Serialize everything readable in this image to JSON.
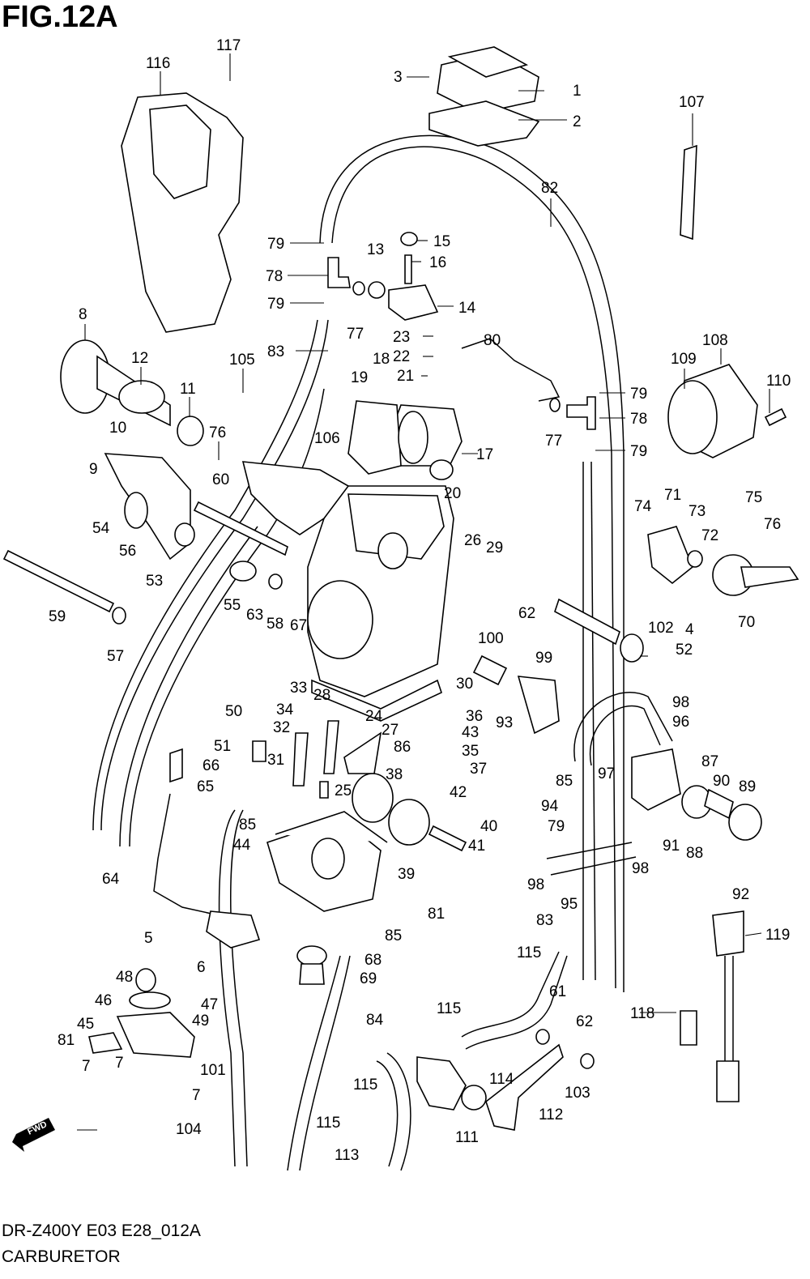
{
  "figure": {
    "title": "FIG.12A",
    "code": "DR-Z400Y E03 E28_012A",
    "name": "CARBURETOR",
    "fwd_label": "FWD"
  },
  "callouts": [
    {
      "id": "c117",
      "label": "117"
    },
    {
      "id": "c116",
      "label": "116"
    },
    {
      "id": "c3",
      "label": "3"
    },
    {
      "id": "c1",
      "label": "1"
    },
    {
      "id": "c2",
      "label": "2"
    },
    {
      "id": "c107",
      "label": "107"
    },
    {
      "id": "c82",
      "label": "82"
    },
    {
      "id": "c79a",
      "label": "79"
    },
    {
      "id": "c15",
      "label": "15"
    },
    {
      "id": "c16",
      "label": "16"
    },
    {
      "id": "c13",
      "label": "13"
    },
    {
      "id": "c78a",
      "label": "78"
    },
    {
      "id": "c14",
      "label": "14"
    },
    {
      "id": "c79b",
      "label": "79"
    },
    {
      "id": "c77a",
      "label": "77"
    },
    {
      "id": "c8",
      "label": "8"
    },
    {
      "id": "c23",
      "label": "23"
    },
    {
      "id": "c80",
      "label": "80"
    },
    {
      "id": "c83a",
      "label": "83"
    },
    {
      "id": "c22",
      "label": "22"
    },
    {
      "id": "c108",
      "label": "108"
    },
    {
      "id": "c12",
      "label": "12"
    },
    {
      "id": "c105",
      "label": "105"
    },
    {
      "id": "c18",
      "label": "18"
    },
    {
      "id": "c109",
      "label": "109"
    },
    {
      "id": "c21",
      "label": "21"
    },
    {
      "id": "c19",
      "label": "19"
    },
    {
      "id": "c79c",
      "label": "79"
    },
    {
      "id": "c110",
      "label": "110"
    },
    {
      "id": "c11",
      "label": "11"
    },
    {
      "id": "c78b",
      "label": "78"
    },
    {
      "id": "c76a",
      "label": "76"
    },
    {
      "id": "c10",
      "label": "10"
    },
    {
      "id": "c106",
      "label": "106"
    },
    {
      "id": "c77b",
      "label": "77"
    },
    {
      "id": "c17",
      "label": "17"
    },
    {
      "id": "c79d",
      "label": "79"
    },
    {
      "id": "c9",
      "label": "9"
    },
    {
      "id": "c20",
      "label": "20"
    },
    {
      "id": "c60",
      "label": "60"
    },
    {
      "id": "c75",
      "label": "75"
    },
    {
      "id": "c71",
      "label": "71"
    },
    {
      "id": "c74",
      "label": "74"
    },
    {
      "id": "c73",
      "label": "73"
    },
    {
      "id": "c76b",
      "label": "76"
    },
    {
      "id": "c54",
      "label": "54"
    },
    {
      "id": "c72",
      "label": "72"
    },
    {
      "id": "c26",
      "label": "26"
    },
    {
      "id": "c29",
      "label": "29"
    },
    {
      "id": "c56",
      "label": "56"
    },
    {
      "id": "c53",
      "label": "53"
    },
    {
      "id": "c70",
      "label": "70"
    },
    {
      "id": "c59",
      "label": "59"
    },
    {
      "id": "c55",
      "label": "55"
    },
    {
      "id": "c63",
      "label": "63"
    },
    {
      "id": "c58",
      "label": "58"
    },
    {
      "id": "c67",
      "label": "67"
    },
    {
      "id": "c102",
      "label": "102"
    },
    {
      "id": "c4",
      "label": "4"
    },
    {
      "id": "c62a",
      "label": "62"
    },
    {
      "id": "c100",
      "label": "100"
    },
    {
      "id": "c52",
      "label": "52"
    },
    {
      "id": "c57",
      "label": "57"
    },
    {
      "id": "c99",
      "label": "99"
    },
    {
      "id": "c30",
      "label": "30"
    },
    {
      "id": "c33",
      "label": "33"
    },
    {
      "id": "c28",
      "label": "28"
    },
    {
      "id": "c50",
      "label": "50"
    },
    {
      "id": "c34",
      "label": "34"
    },
    {
      "id": "c98a",
      "label": "98"
    },
    {
      "id": "c24",
      "label": "24"
    },
    {
      "id": "c36",
      "label": "36"
    },
    {
      "id": "c96",
      "label": "96"
    },
    {
      "id": "c32",
      "label": "32"
    },
    {
      "id": "c27",
      "label": "27"
    },
    {
      "id": "c93",
      "label": "93"
    },
    {
      "id": "c43",
      "label": "43"
    },
    {
      "id": "c86",
      "label": "86"
    },
    {
      "id": "c35",
      "label": "35"
    },
    {
      "id": "c51",
      "label": "51"
    },
    {
      "id": "c31",
      "label": "31"
    },
    {
      "id": "c87",
      "label": "87"
    },
    {
      "id": "c97",
      "label": "97"
    },
    {
      "id": "c66",
      "label": "66"
    },
    {
      "id": "c37",
      "label": "37"
    },
    {
      "id": "c38",
      "label": "38"
    },
    {
      "id": "c85a",
      "label": "85"
    },
    {
      "id": "c90",
      "label": "90"
    },
    {
      "id": "c89",
      "label": "89"
    },
    {
      "id": "c65",
      "label": "65"
    },
    {
      "id": "c25",
      "label": "25"
    },
    {
      "id": "c42",
      "label": "42"
    },
    {
      "id": "c94",
      "label": "94"
    },
    {
      "id": "c85b",
      "label": "85"
    },
    {
      "id": "c40",
      "label": "40"
    },
    {
      "id": "c79e",
      "label": "79"
    },
    {
      "id": "c91",
      "label": "91"
    },
    {
      "id": "c88",
      "label": "88"
    },
    {
      "id": "c44",
      "label": "44"
    },
    {
      "id": "c41",
      "label": "41"
    },
    {
      "id": "c39",
      "label": "39"
    },
    {
      "id": "c64",
      "label": "64"
    },
    {
      "id": "c98b",
      "label": "98"
    },
    {
      "id": "c98c",
      "label": "98"
    },
    {
      "id": "c95",
      "label": "95"
    },
    {
      "id": "c92",
      "label": "92"
    },
    {
      "id": "c81a",
      "label": "81"
    },
    {
      "id": "c83b",
      "label": "83"
    },
    {
      "id": "c5",
      "label": "5"
    },
    {
      "id": "c85c",
      "label": "85"
    },
    {
      "id": "c119",
      "label": "119"
    },
    {
      "id": "c115a",
      "label": "115"
    },
    {
      "id": "c68",
      "label": "68"
    },
    {
      "id": "c6",
      "label": "6"
    },
    {
      "id": "c69",
      "label": "69"
    },
    {
      "id": "c48",
      "label": "48"
    },
    {
      "id": "c46",
      "label": "46"
    },
    {
      "id": "c47",
      "label": "47"
    },
    {
      "id": "c49",
      "label": "49"
    },
    {
      "id": "c84",
      "label": "84"
    },
    {
      "id": "c115b",
      "label": "115"
    },
    {
      "id": "c61",
      "label": "61"
    },
    {
      "id": "c118",
      "label": "118"
    },
    {
      "id": "c45",
      "label": "45"
    },
    {
      "id": "c62b",
      "label": "62"
    },
    {
      "id": "c81b",
      "label": "81"
    },
    {
      "id": "c7a",
      "label": "7"
    },
    {
      "id": "c7b",
      "label": "7"
    },
    {
      "id": "c101",
      "label": "101"
    },
    {
      "id": "c114",
      "label": "114"
    },
    {
      "id": "c115c",
      "label": "115"
    },
    {
      "id": "c103",
      "label": "103"
    },
    {
      "id": "c7c",
      "label": "7"
    },
    {
      "id": "c112",
      "label": "112"
    },
    {
      "id": "c104",
      "label": "104"
    },
    {
      "id": "c115d",
      "label": "115"
    },
    {
      "id": "c111",
      "label": "111"
    },
    {
      "id": "c113",
      "label": "113"
    }
  ]
}
